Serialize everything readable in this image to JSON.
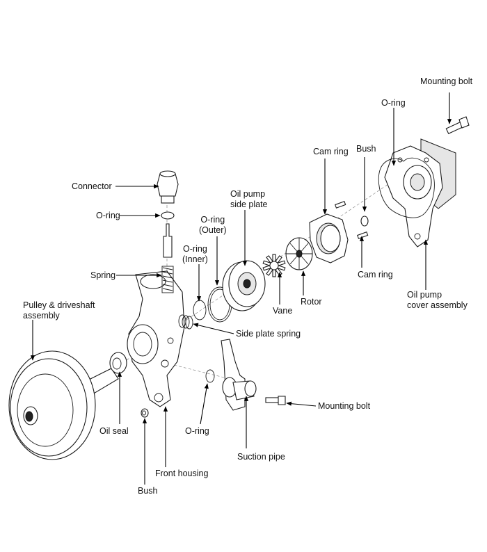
{
  "labels": {
    "mounting_bolt_top": "Mounting bolt",
    "o_ring_cover": "O-ring",
    "bush_top": "Bush",
    "cam_ring_top": "Cam ring",
    "connector": "Connector",
    "o_ring_connector": "O-ring",
    "oil_pump_side_plate": "Oil pump\nside plate",
    "o_ring_outer": "O-ring\n(Outer)",
    "o_ring_inner": "O-ring\n(Inner)",
    "spring": "Spring",
    "vane": "Vane",
    "rotor": "Rotor",
    "cam_ring_bottom": "Cam ring",
    "oil_pump_cover_assembly": "Oil pump\ncover assembly",
    "pulley_driveshaft": "Pulley & driveshaft\nassembly",
    "side_plate_spring": "Side plate spring",
    "mounting_bolt_bottom": "Mounting bolt",
    "oil_seal": "Oil seal",
    "o_ring_suction": "O-ring",
    "suction_pipe": "Suction pipe",
    "front_housing": "Front housing",
    "bush_bottom": "Bush"
  }
}
